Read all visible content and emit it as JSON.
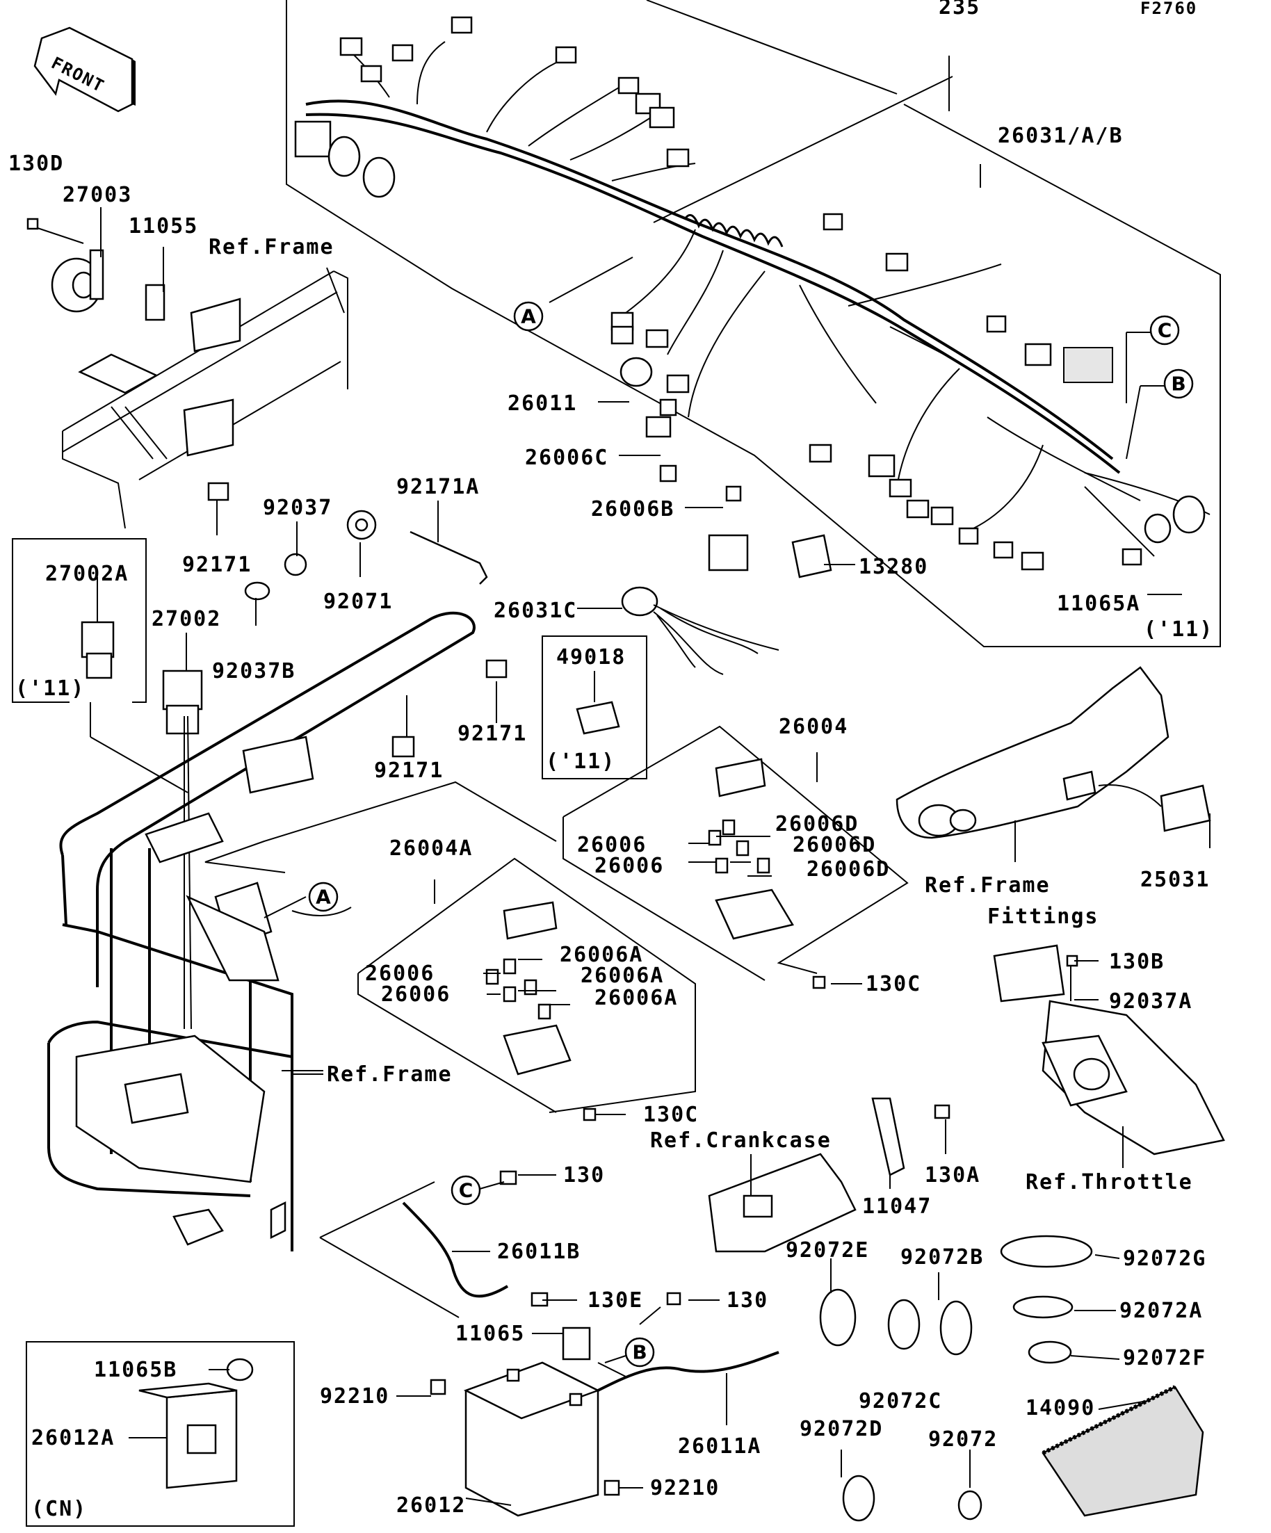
{
  "figure_code": "F2760",
  "front_label": "FRONT",
  "callouts": [
    "A",
    "B",
    "C"
  ],
  "part_labels": [
    {
      "id": "p235",
      "text": "235"
    },
    {
      "id": "p26031",
      "text": "26031/A/B"
    },
    {
      "id": "p130D",
      "text": "130D"
    },
    {
      "id": "p27003",
      "text": "27003"
    },
    {
      "id": "p11055",
      "text": "11055"
    },
    {
      "id": "pRefFrameTop",
      "text": "Ref.Frame"
    },
    {
      "id": "p26011",
      "text": "26011"
    },
    {
      "id": "p26006C",
      "text": "26006C"
    },
    {
      "id": "p26006B",
      "text": "26006B"
    },
    {
      "id": "p13280",
      "text": "13280"
    },
    {
      "id": "p11065A",
      "text": "11065A"
    },
    {
      "id": "p11yrA",
      "text": "('11)"
    },
    {
      "id": "p92037",
      "text": "92037"
    },
    {
      "id": "p92171A",
      "text": "92171A"
    },
    {
      "id": "p92171a",
      "text": "92171"
    },
    {
      "id": "p92071",
      "text": "92071"
    },
    {
      "id": "p27002A",
      "text": "27002A"
    },
    {
      "id": "p11yrB",
      "text": "('11)"
    },
    {
      "id": "p27002",
      "text": "27002"
    },
    {
      "id": "p92037B",
      "text": "92037B"
    },
    {
      "id": "p26031C",
      "text": "26031C"
    },
    {
      "id": "p49018",
      "text": "49018"
    },
    {
      "id": "p11yrC",
      "text": "('11)"
    },
    {
      "id": "p92171b",
      "text": "92171"
    },
    {
      "id": "p92171c",
      "text": "92171"
    },
    {
      "id": "p26004",
      "text": "26004"
    },
    {
      "id": "p26006D1",
      "text": "26006D"
    },
    {
      "id": "p26006a",
      "text": "26006"
    },
    {
      "id": "p26006D2",
      "text": "26006D"
    },
    {
      "id": "p26006b",
      "text": "26006"
    },
    {
      "id": "p26006D3",
      "text": "26006D"
    },
    {
      "id": "pRefFrameFittings1",
      "text": "Ref.Frame"
    },
    {
      "id": "pRefFrameFittings2",
      "text": "Fittings"
    },
    {
      "id": "p25031",
      "text": "25031"
    },
    {
      "id": "p26004A",
      "text": "26004A"
    },
    {
      "id": "p26006c",
      "text": "26006"
    },
    {
      "id": "p26006A1",
      "text": "26006A"
    },
    {
      "id": "p26006A2",
      "text": "26006A"
    },
    {
      "id": "p26006d",
      "text": "26006"
    },
    {
      "id": "p26006A3",
      "text": "26006A"
    },
    {
      "id": "p130C1",
      "text": "130C"
    },
    {
      "id": "p130B",
      "text": "130B"
    },
    {
      "id": "p92037A",
      "text": "92037A"
    },
    {
      "id": "pRefFrameMid",
      "text": "Ref.Frame"
    },
    {
      "id": "p130C2",
      "text": "130C"
    },
    {
      "id": "pRefCrankcase",
      "text": "Ref.Crankcase"
    },
    {
      "id": "pRefThrottle",
      "text": "Ref.Throttle"
    },
    {
      "id": "p130a",
      "text": "130"
    },
    {
      "id": "p130A",
      "text": "130A"
    },
    {
      "id": "p11047",
      "text": "11047"
    },
    {
      "id": "p26011B",
      "text": "26011B"
    },
    {
      "id": "p92072E",
      "text": "92072E"
    },
    {
      "id": "p92072B",
      "text": "92072B"
    },
    {
      "id": "p92072G",
      "text": "92072G"
    },
    {
      "id": "p130E",
      "text": "130E"
    },
    {
      "id": "p11065",
      "text": "11065"
    },
    {
      "id": "p130b",
      "text": "130"
    },
    {
      "id": "p92072A",
      "text": "92072A"
    },
    {
      "id": "p92072C",
      "text": "92072C"
    },
    {
      "id": "p92072F",
      "text": "92072F"
    },
    {
      "id": "p11065B",
      "text": "11065B"
    },
    {
      "id": "p92210a",
      "text": "92210"
    },
    {
      "id": "p26012A",
      "text": "26012A"
    },
    {
      "id": "p26011A",
      "text": "26011A"
    },
    {
      "id": "p92072D",
      "text": "92072D"
    },
    {
      "id": "p92072",
      "text": "92072"
    },
    {
      "id": "p14090",
      "text": "14090"
    },
    {
      "id": "pCN",
      "text": "(CN)"
    },
    {
      "id": "p26012",
      "text": "26012"
    },
    {
      "id": "p92210b",
      "text": "92210"
    }
  ]
}
